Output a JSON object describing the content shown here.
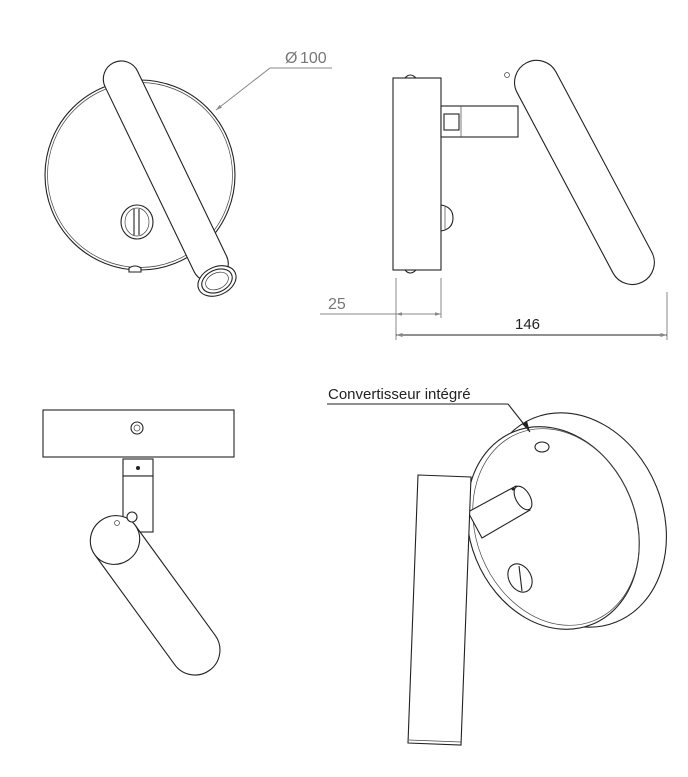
{
  "drawing": {
    "views": [
      "front-view",
      "side-view",
      "top-view",
      "isometric-view"
    ],
    "dimensions": {
      "diameter": {
        "symbol": "Ø",
        "value": "100"
      },
      "depth": "25",
      "total_projection": "146"
    },
    "annotations": {
      "converter_label": "Convertisseur intégré"
    },
    "colors": {
      "line": "#222222",
      "dimension": "#888888"
    }
  }
}
